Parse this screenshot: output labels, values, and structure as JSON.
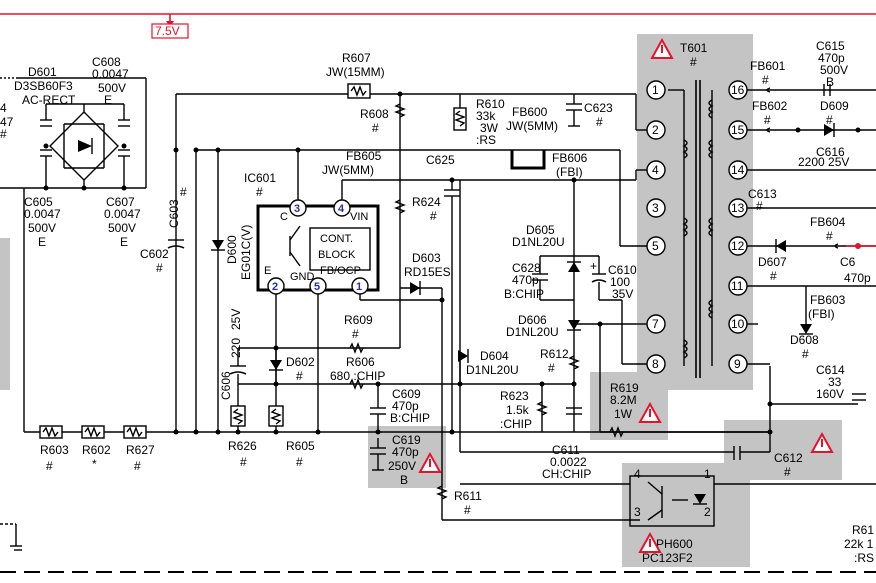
{
  "supply": {
    "rail_label": "7.5V"
  },
  "left_edge": {
    "a": "4",
    "b": "47"
  },
  "components": {
    "d601": {
      "ref": "D601",
      "part": "D3SB60F3",
      "part2": "AC-RECT"
    },
    "c608": {
      "ref": "C608",
      "v1": "0.0047",
      "v2": "500V",
      "v3": "E"
    },
    "c605": {
      "ref": "C605",
      "v1": "0.0047",
      "v2": "500V",
      "v3": "E"
    },
    "c607": {
      "ref": "C607",
      "v1": "0.0047",
      "v2": "500V",
      "v3": "E"
    },
    "c603": {
      "ref": "C603",
      "v1": "#"
    },
    "c602": {
      "ref": "C602",
      "v1": "#"
    },
    "d600": {
      "ref": "D600",
      "v1": "EG01C(V)"
    },
    "r607": {
      "ref": "R607",
      "v1": "JW(15MM)"
    },
    "r608": {
      "ref": "R608",
      "v1": "#"
    },
    "r610": {
      "ref": "R610",
      "v1": "33k",
      "v2": "3W",
      "v3": ":RS"
    },
    "fb600": {
      "ref": "FB600",
      "v1": "JW(5MM)"
    },
    "c623": {
      "ref": "C623",
      "v1": "#"
    },
    "ic601": {
      "ref": "IC601",
      "v1": "#",
      "block1": "CONT.",
      "block2": "BLOCK",
      "pin_c": "C",
      "pin_e": "E",
      "pin_gnd": "GND",
      "pin_vin": "VIN",
      "pin_fb": "FB/OCP"
    },
    "fb605": {
      "ref": "FB605",
      "v1": "JW(5MM)"
    },
    "c625": {
      "ref": "C625"
    },
    "fb606": {
      "ref": "FB606",
      "v1": "(FBI)"
    },
    "r624": {
      "ref": "R624",
      "v1": "#"
    },
    "d605": {
      "ref": "D605",
      "v1": "D1NL20U"
    },
    "c628": {
      "ref": "C628",
      "v1": "470p",
      "v2": "B:CHIP"
    },
    "c610": {
      "ref": "C610",
      "v1": "100",
      "v2": "35V"
    },
    "d603": {
      "ref": "D603",
      "v1": "RD15ES"
    },
    "d606": {
      "ref": "D606",
      "v1": "D1NL20U"
    },
    "r609": {
      "ref": "R609",
      "v1": "#"
    },
    "d602": {
      "ref": "D602",
      "v1": "#"
    },
    "c606": {
      "ref": "C606",
      "v1": "220",
      "v2": "25V"
    },
    "r606": {
      "ref": "R606",
      "v1": "680 :CHIP"
    },
    "d604": {
      "ref": "D604",
      "v1": "D1NL20U"
    },
    "r612": {
      "ref": "R612",
      "v1": "#"
    },
    "c609": {
      "ref": "C609",
      "v1": "470p",
      "v2": "B:CHIP"
    },
    "r623": {
      "ref": "R623",
      "v1": "1.5k",
      "v2": ":CHIP"
    },
    "r619": {
      "ref": "R619",
      "v1": "8.2M",
      "v2": "1W"
    },
    "c619": {
      "ref": "C619",
      "v1": "470p",
      "v2": "250V",
      "v3": "B"
    },
    "c611": {
      "ref": "C611",
      "v1": "0.0022",
      "v2": "CH:CHIP"
    },
    "c612": {
      "ref": "C612",
      "v1": "#"
    },
    "r603": {
      "ref": "R603",
      "v1": "#"
    },
    "r602": {
      "ref": "R602",
      "v1": "*"
    },
    "r627": {
      "ref": "R627",
      "v1": "#"
    },
    "r626": {
      "ref": "R626",
      "v1": "#"
    },
    "r605": {
      "ref": "R605",
      "v1": "#"
    },
    "r611": {
      "ref": "R611"
    },
    "t601": {
      "ref": "T601",
      "v1": "#",
      "pins": [
        "1",
        "2",
        "4",
        "3",
        "5",
        "7",
        "8",
        "16",
        "15",
        "14",
        "13",
        "12",
        "11",
        "10",
        "9"
      ]
    },
    "fb601": {
      "ref": "FB601",
      "v1": "#"
    },
    "fb602": {
      "ref": "FB602",
      "v1": "#"
    },
    "c615": {
      "ref": "C615",
      "v1": "470p",
      "v2": "500V",
      "v3": "B"
    },
    "d609": {
      "ref": "D609",
      "v1": "#"
    },
    "c616": {
      "ref": "C616",
      "v1": "2200 25V"
    },
    "c613": {
      "ref": "C613",
      "v1": "#"
    },
    "fb604": {
      "ref": "FB604",
      "v1": "#"
    },
    "d607": {
      "ref": "D607",
      "v1": "#"
    },
    "c6xx": {
      "ref": "C6",
      "v1": "470p"
    },
    "fb603": {
      "ref": "FB603",
      "v1": "(FBI)"
    },
    "d608": {
      "ref": "D608",
      "v1": "#"
    },
    "c614": {
      "ref": "C614",
      "v1": "33",
      "v2": "160V"
    },
    "ph600": {
      "ref": "PH600",
      "v1": "PC123F2",
      "pins": [
        "4",
        "1",
        "3",
        "2"
      ]
    },
    "r61x": {
      "ref": "R61",
      "v1": "22k 1",
      "v2": ":RS"
    }
  }
}
